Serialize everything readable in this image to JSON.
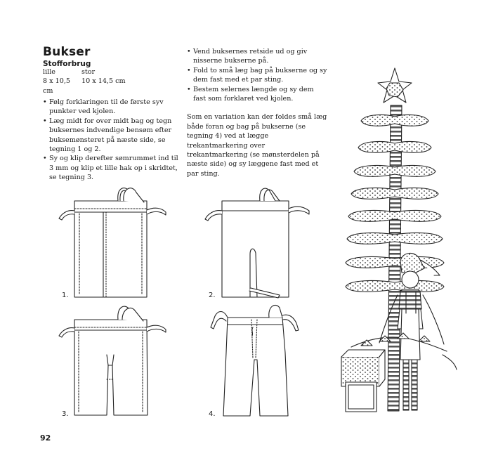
{
  "heading": "Bukser",
  "subheading": "Stofforbrug",
  "sizes": {
    "header": [
      "lille",
      "stor"
    ],
    "values": [
      "8 x 10,5 cm",
      "10 x 14,5 cm"
    ]
  },
  "steps_left": [
    "Følg forklaringen til de første syv punkter ved kjolen.",
    "Læg midt for over midt bag og tegn buksernes indvendige bensøm efter buksemønsteret på næste side, se tegning 1 og 2.",
    "Sy og klip derefter sømrummet ind til 3 mm og klip et lille hak op i skridtet, se tegning 3."
  ],
  "steps_right": [
    "Vend buksernes retside ud og giv nisserne bukserne på.",
    "Fold to små læg bag på bukserne og sy dem fast med et par sting.",
    "Bestem selernes længde og sy dem fast som forklaret ved kjolen."
  ],
  "variation_text": "Som en variation kan der foldes små læg både foran og bag på bukserne (se tegning 4) ved at lægge trekantmarkering over trekantmarkering (se mønsterdelen på næste side) og sy læggene fast med et par sting.",
  "figures": [
    "1.",
    "2.",
    "3.",
    "4."
  ],
  "page_number": "92"
}
